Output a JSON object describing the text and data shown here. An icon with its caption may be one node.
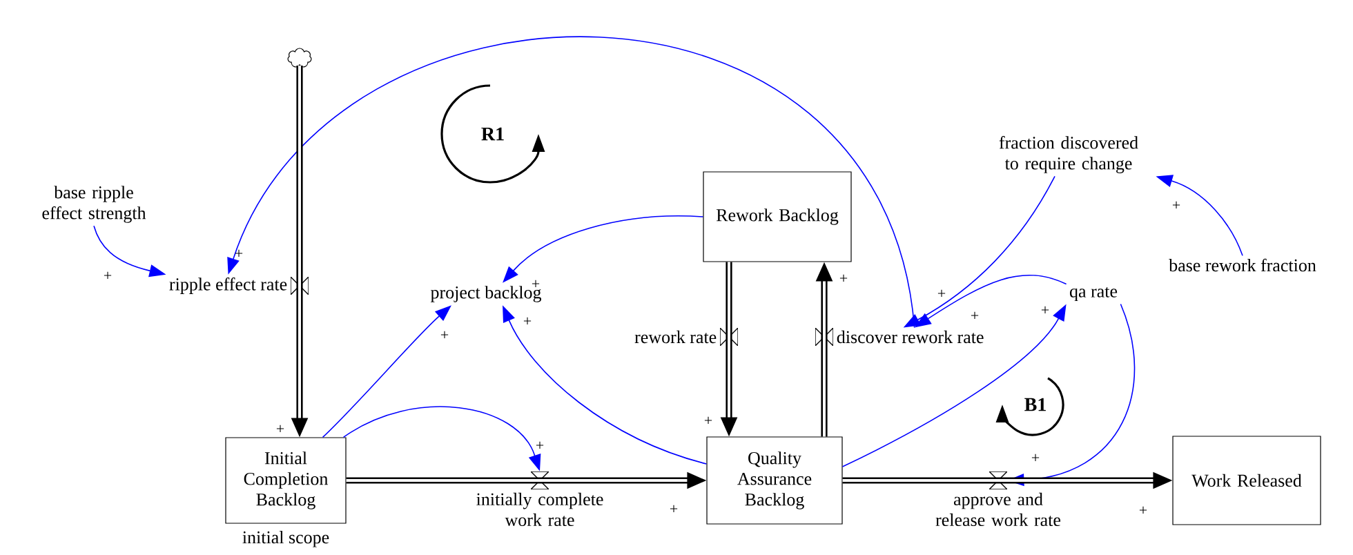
{
  "diagram": {
    "nodes": [
      {
        "text": [],
        "shape": "cloud"
      },
      {
        "text": [
          "ripple effect rate"
        ]
      },
      {
        "text": [
          "base ripple effect strength"
        ]
      },
      {
        "text": [
          "project backlog"
        ]
      },
      {
        "text": [
          "Rework Backlog"
        ]
      },
      {
        "text": [
          "rework rate"
        ]
      },
      {
        "text": [
          "discover rework rate"
        ]
      },
      {
        "text": [
          "fraction discovered to require change"
        ]
      },
      {
        "text": [
          "base rework fraction"
        ]
      },
      {
        "text": [
          "qa rate"
        ]
      },
      {
        "text": [
          "Initial Completion Backlog"
        ],
        "beside": [
          "initial scope"
        ]
      },
      {
        "text": [
          "initially complete work rate"
        ]
      },
      {
        "text": [
          "Quality Assurance Backlog"
        ]
      },
      {
        "text": [
          "approve and release work rate"
        ]
      },
      {
        "text": [
          "Work Released"
        ]
      }
    ],
    "edges": [
      {
        "from": 2,
        "to": 1,
        "arrow": "to",
        "label": "+",
        "color": "#0000ff"
      },
      {
        "from": 6,
        "to": 1,
        "arrow": "to",
        "label": "+",
        "color": "#0000ff"
      },
      {
        "from": 10,
        "to": 3,
        "arrow": "to",
        "label": "+",
        "color": "#0000ff"
      },
      {
        "from": 4,
        "to": 3,
        "arrow": "to",
        "label": "+",
        "color": "#0000ff"
      },
      {
        "from": 12,
        "to": 3,
        "arrow": "to",
        "label": "+",
        "color": "#0000ff"
      },
      {
        "from": 10,
        "to": 11,
        "arrow": "to",
        "label": "+",
        "color": "#0000ff"
      },
      {
        "from": 7,
        "to": 6,
        "arrow": "to",
        "label": "+",
        "color": "#0000ff"
      },
      {
        "from": 9,
        "to": 6,
        "arrow": "to",
        "label": "+",
        "color": "#0000ff"
      },
      {
        "from": 12,
        "to": 9,
        "arrow": "to",
        "label": "+",
        "color": "#0000ff"
      },
      {
        "from": 8,
        "to": 7,
        "arrow": "to",
        "label": "+",
        "color": "#0000ff"
      },
      {
        "from": 9,
        "to": 13,
        "arrow": "to",
        "label": "+",
        "color": "#0000ff"
      },
      {
        "from": 0,
        "to": 10,
        "arrow": "to",
        "label": "+",
        "style": "thick",
        "color": "#000000"
      },
      {
        "from": 10,
        "to": 12,
        "arrow": "to",
        "label": "+",
        "style": "thick",
        "color": "#000000"
      },
      {
        "from": 4,
        "to": 12,
        "arrow": "to",
        "label": "+",
        "style": "thick",
        "color": "#000000"
      },
      {
        "from": 12,
        "to": 4,
        "arrow": "to",
        "label": "+",
        "style": "thick",
        "color": "#000000"
      },
      {
        "from": 12,
        "to": 14,
        "arrow": "to",
        "label": "+",
        "style": "thick",
        "color": "#000000"
      }
    ],
    "labels": [
      "R1",
      "B1"
    ]
  }
}
